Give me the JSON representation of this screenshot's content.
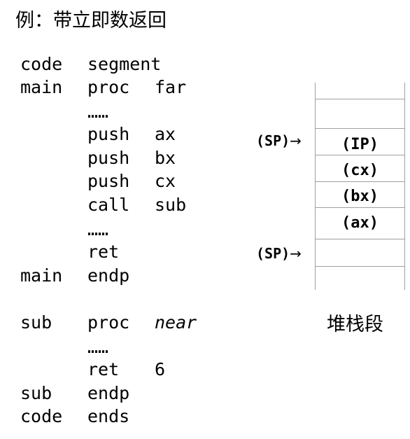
{
  "title": "例：带立即数返回",
  "code_lines": [
    [
      "code",
      "segment",
      ""
    ],
    [
      "main",
      "proc",
      "far"
    ],
    [
      "",
      "……",
      ""
    ],
    [
      "",
      "push",
      "ax"
    ],
    [
      "",
      "push",
      "bx"
    ],
    [
      "",
      "push",
      "cx"
    ],
    [
      "",
      "call",
      "sub"
    ],
    [
      "",
      "……",
      ""
    ],
    [
      "",
      "ret",
      ""
    ],
    [
      "main",
      "endp",
      ""
    ],
    [
      "sub",
      "proc",
      "near"
    ],
    [
      "",
      "……",
      ""
    ],
    [
      "",
      "ret",
      "6"
    ],
    [
      "sub",
      "endp",
      ""
    ],
    [
      "code",
      "ends",
      ""
    ]
  ],
  "stack": {
    "cells": [
      "",
      "",
      "(IP)",
      "(cx)",
      "(bx)",
      "(ax)",
      "",
      ""
    ],
    "sp_label": "(SP)",
    "arrow": "→",
    "caption": "堆栈段"
  }
}
